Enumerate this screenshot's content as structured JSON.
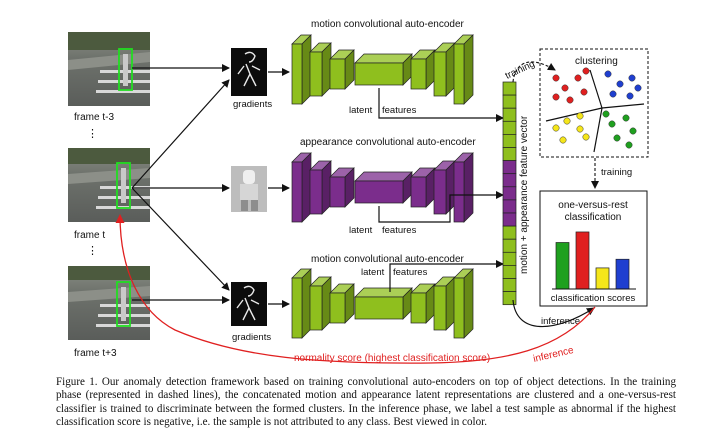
{
  "frames": {
    "t_minus_3": "frame t-3",
    "t": "frame t",
    "t_plus_3": "frame t+3",
    "ellipsis": "⋮"
  },
  "encoders": {
    "motion_top": "motion convolutional auto-encoder",
    "appearance": "appearance convolutional auto-encoder",
    "motion_bottom": "motion convolutional auto-encoder"
  },
  "labels": {
    "gradients": "gradients",
    "latent": "latent",
    "features": "features",
    "feature_vector": "motion + appearance feature vector",
    "clustering": "clustering",
    "training": "training",
    "classification_title_line1": "one-versus-rest",
    "classification_title_line2": "classification",
    "classification_scores": "classification scores",
    "inference": "inference",
    "normality_score": "normality score (highest classification score)"
  },
  "colors": {
    "motion": "#8fbf1e",
    "appearance": "#7b2d8c",
    "red_arrow": "#e02020",
    "bbox": "#22dd22"
  },
  "bars": [
    {
      "color": "#1fa01f",
      "value": 0.75
    },
    {
      "color": "#e02020",
      "value": 0.92
    },
    {
      "color": "#f5e61a",
      "value": 0.34
    },
    {
      "color": "#1f3fd0",
      "value": 0.48
    }
  ],
  "caption": "Figure 1. Our anomaly detection framework based on training convolutional auto-encoders on top of object detections. In the training phase (represented in dashed lines), the concatenated motion and appearance latent representations are clustered and a one-versus-rest classifier is trained to discriminate between the formed clusters. In the inference phase, we label a test sample as abnormal if the highest classification score is negative, i.e. the sample is not attributed to any class. Best viewed in color."
}
